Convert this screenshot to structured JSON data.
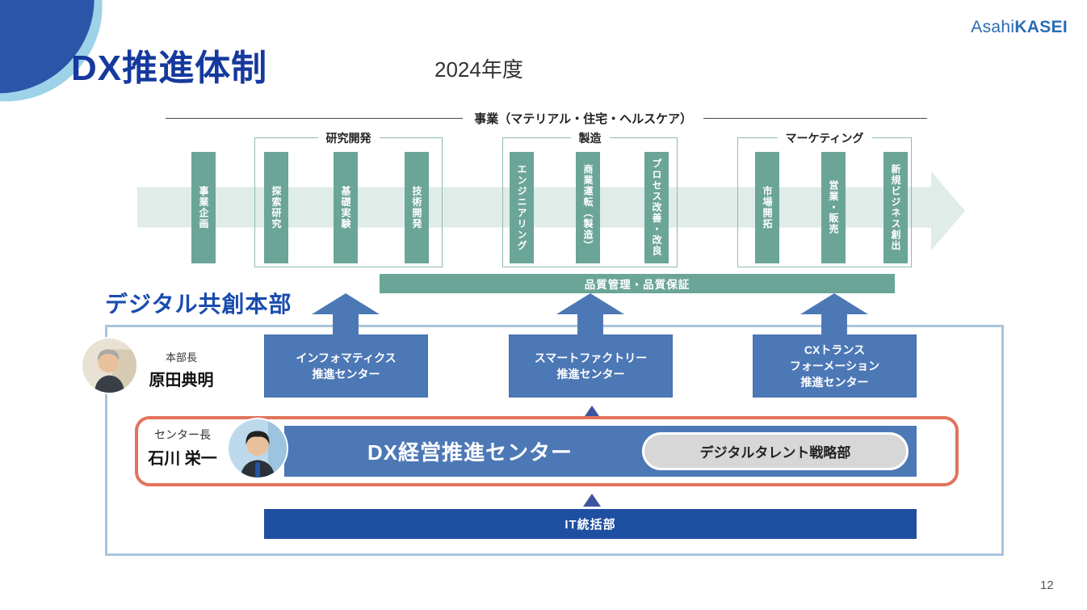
{
  "slide": {
    "logo": {
      "asahi": "Asahi",
      "kasei": "KASEI"
    },
    "title": "DX推進体制",
    "fiscal_year": "2024年度",
    "page_number": "12"
  },
  "business_flow": {
    "header": "事業（マテリアル・住宅・ヘルスケア）",
    "standalone_bar": "事業企画",
    "groups": [
      {
        "label": "研究開発",
        "bars": [
          "探索研究",
          "基礎実験",
          "技術開発"
        ]
      },
      {
        "label": "製造",
        "bars": [
          "エンジニアリング",
          "商業運転（製造）",
          "プロセス改善・改良"
        ]
      },
      {
        "label": "マーケティング",
        "bars": [
          "市場開拓",
          "営業・販売",
          "新規ビジネス創出"
        ]
      }
    ],
    "quality_bar": "品質管理・品質保証"
  },
  "division": {
    "title": "デジタル共創本部",
    "head": {
      "role": "本部長",
      "name": "原田典明"
    },
    "centers": [
      {
        "label": "インフォマティクス\n推進センター"
      },
      {
        "label": "スマートファクトリー\n推進センター"
      },
      {
        "label": "CXトランス\nフォーメーション\n推進センター"
      }
    ],
    "dx_center": {
      "role": "センター長",
      "name": "石川 栄一",
      "label": "DX経営推進センター",
      "talent_dept": "デジタルタレント戦略部"
    },
    "it_dept": "IT統括部"
  },
  "colors": {
    "teal": "#6BA598",
    "teal_band": "#DFECE8",
    "box_blue": "#4D78B6",
    "dark_blue": "#1E4FA1",
    "title_blue": "#16399E",
    "division_blue": "#1A4CB0",
    "logo_blue": "#2B6CB6",
    "red_border": "#E2735C",
    "outer_border": "#AAC4DC",
    "pill_gray": "#D7D7D7"
  }
}
